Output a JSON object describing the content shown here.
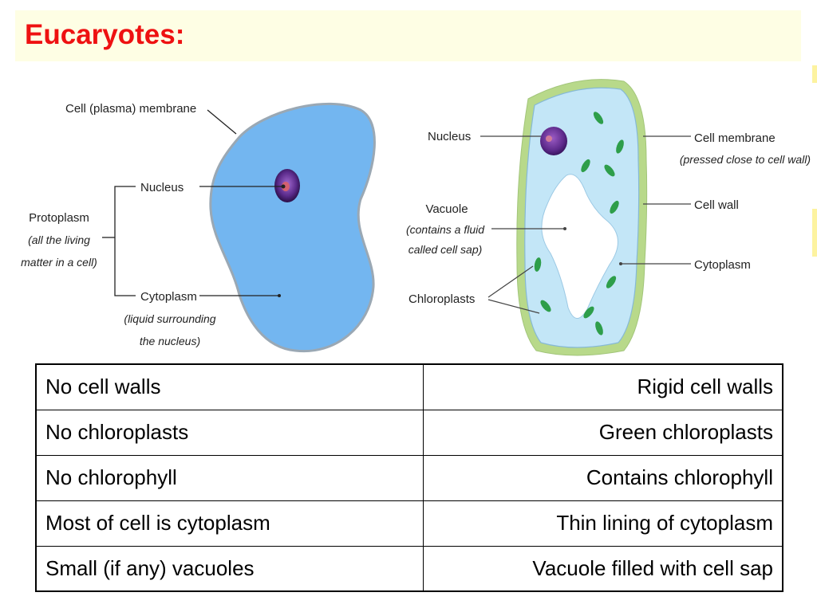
{
  "title": "Eucaryotes:",
  "animal_cell": {
    "labels": {
      "membrane": "Cell (plasma) membrane",
      "nucleus": "Nucleus",
      "protoplasm": "Protoplasm",
      "protoplasm_note_1": "(all the living",
      "protoplasm_note_2": "matter in a cell)",
      "cytoplasm": "Cytoplasm",
      "cytoplasm_note_1": "(liquid surrounding",
      "cytoplasm_note_2": "the nucleus)"
    },
    "colors": {
      "cytoplasm": "#73b6f0",
      "nucleus": "#5a2a8a"
    }
  },
  "plant_cell": {
    "labels": {
      "nucleus": "Nucleus",
      "vacuole": "Vacuole",
      "vacuole_note_1": "(contains a fluid",
      "vacuole_note_2": "called cell sap)",
      "chloroplasts": "Chloroplasts",
      "cell_membrane": "Cell membrane",
      "cell_membrane_note": "(pressed close to cell wall)",
      "cell_wall": "Cell wall",
      "cytoplasm": "Cytoplasm"
    },
    "colors": {
      "cell_wall": "#b8d98a",
      "cytoplasm": "#c3e6f7",
      "chloroplast": "#2e9e4a"
    }
  },
  "comparison": {
    "rows": [
      {
        "animal": "No cell walls",
        "plant": "Rigid cell walls"
      },
      {
        "animal": "No chloroplasts",
        "plant": "Green chloroplasts"
      },
      {
        "animal": "No chlorophyll",
        "plant": "Contains chlorophyll"
      },
      {
        "animal": "Most of cell is cytoplasm",
        "plant": "Thin lining of cytoplasm"
      },
      {
        "animal": "Small (if any) vacuoles",
        "plant": "Vacuole filled with cell sap"
      }
    ]
  }
}
